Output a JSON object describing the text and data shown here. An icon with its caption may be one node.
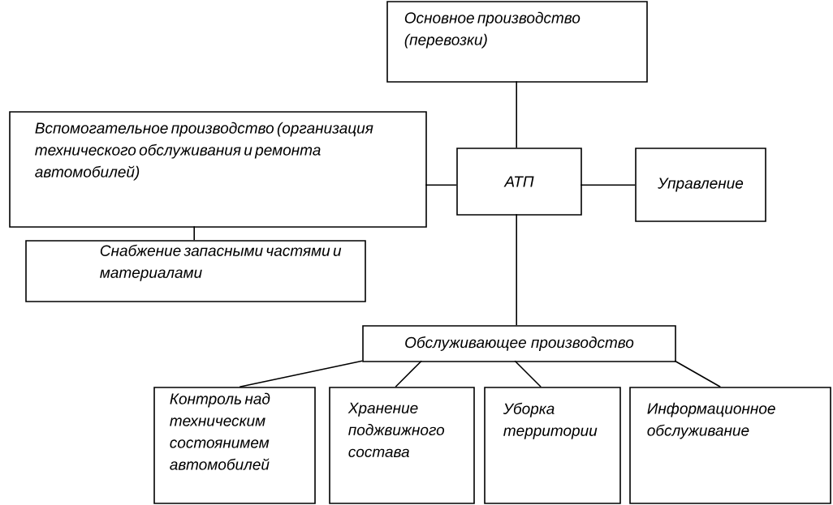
{
  "diagram": {
    "nodes": [
      {
        "text": [
          "Основное производство (перевозки)"
        ]
      },
      {
        "text": [
          "АТП"
        ]
      },
      {
        "text": [
          "Управление"
        ]
      },
      {
        "text": [
          "Вспомогательное производство (организация технического обслуживания и ремонта автомобилей)"
        ]
      },
      {
        "text": [
          "Снабжение запасными частями и материалами"
        ]
      },
      {
        "text": [
          "Обслуживающее производство"
        ]
      },
      {
        "text": [
          "Контроль над техническим состоянимем автомобилей"
        ]
      },
      {
        "text": [
          "Хранение поджвижного состава"
        ]
      },
      {
        "text": [
          "Уборка территории"
        ]
      },
      {
        "text": [
          "Информационное обслуживание"
        ]
      }
    ],
    "edges": [
      {
        "from": 1,
        "to": 0,
        "arrow": "none"
      },
      {
        "from": 3,
        "to": 1,
        "arrow": "none"
      },
      {
        "from": 1,
        "to": 2,
        "arrow": "none"
      },
      {
        "from": 3,
        "to": 4,
        "arrow": "none"
      },
      {
        "from": 1,
        "to": 5,
        "arrow": "none"
      },
      {
        "from": 5,
        "to": 6,
        "arrow": "none"
      },
      {
        "from": 5,
        "to": 7,
        "arrow": "none"
      },
      {
        "from": 5,
        "to": 8,
        "arrow": "none"
      },
      {
        "from": 5,
        "to": 9,
        "arrow": "none"
      }
    ]
  }
}
